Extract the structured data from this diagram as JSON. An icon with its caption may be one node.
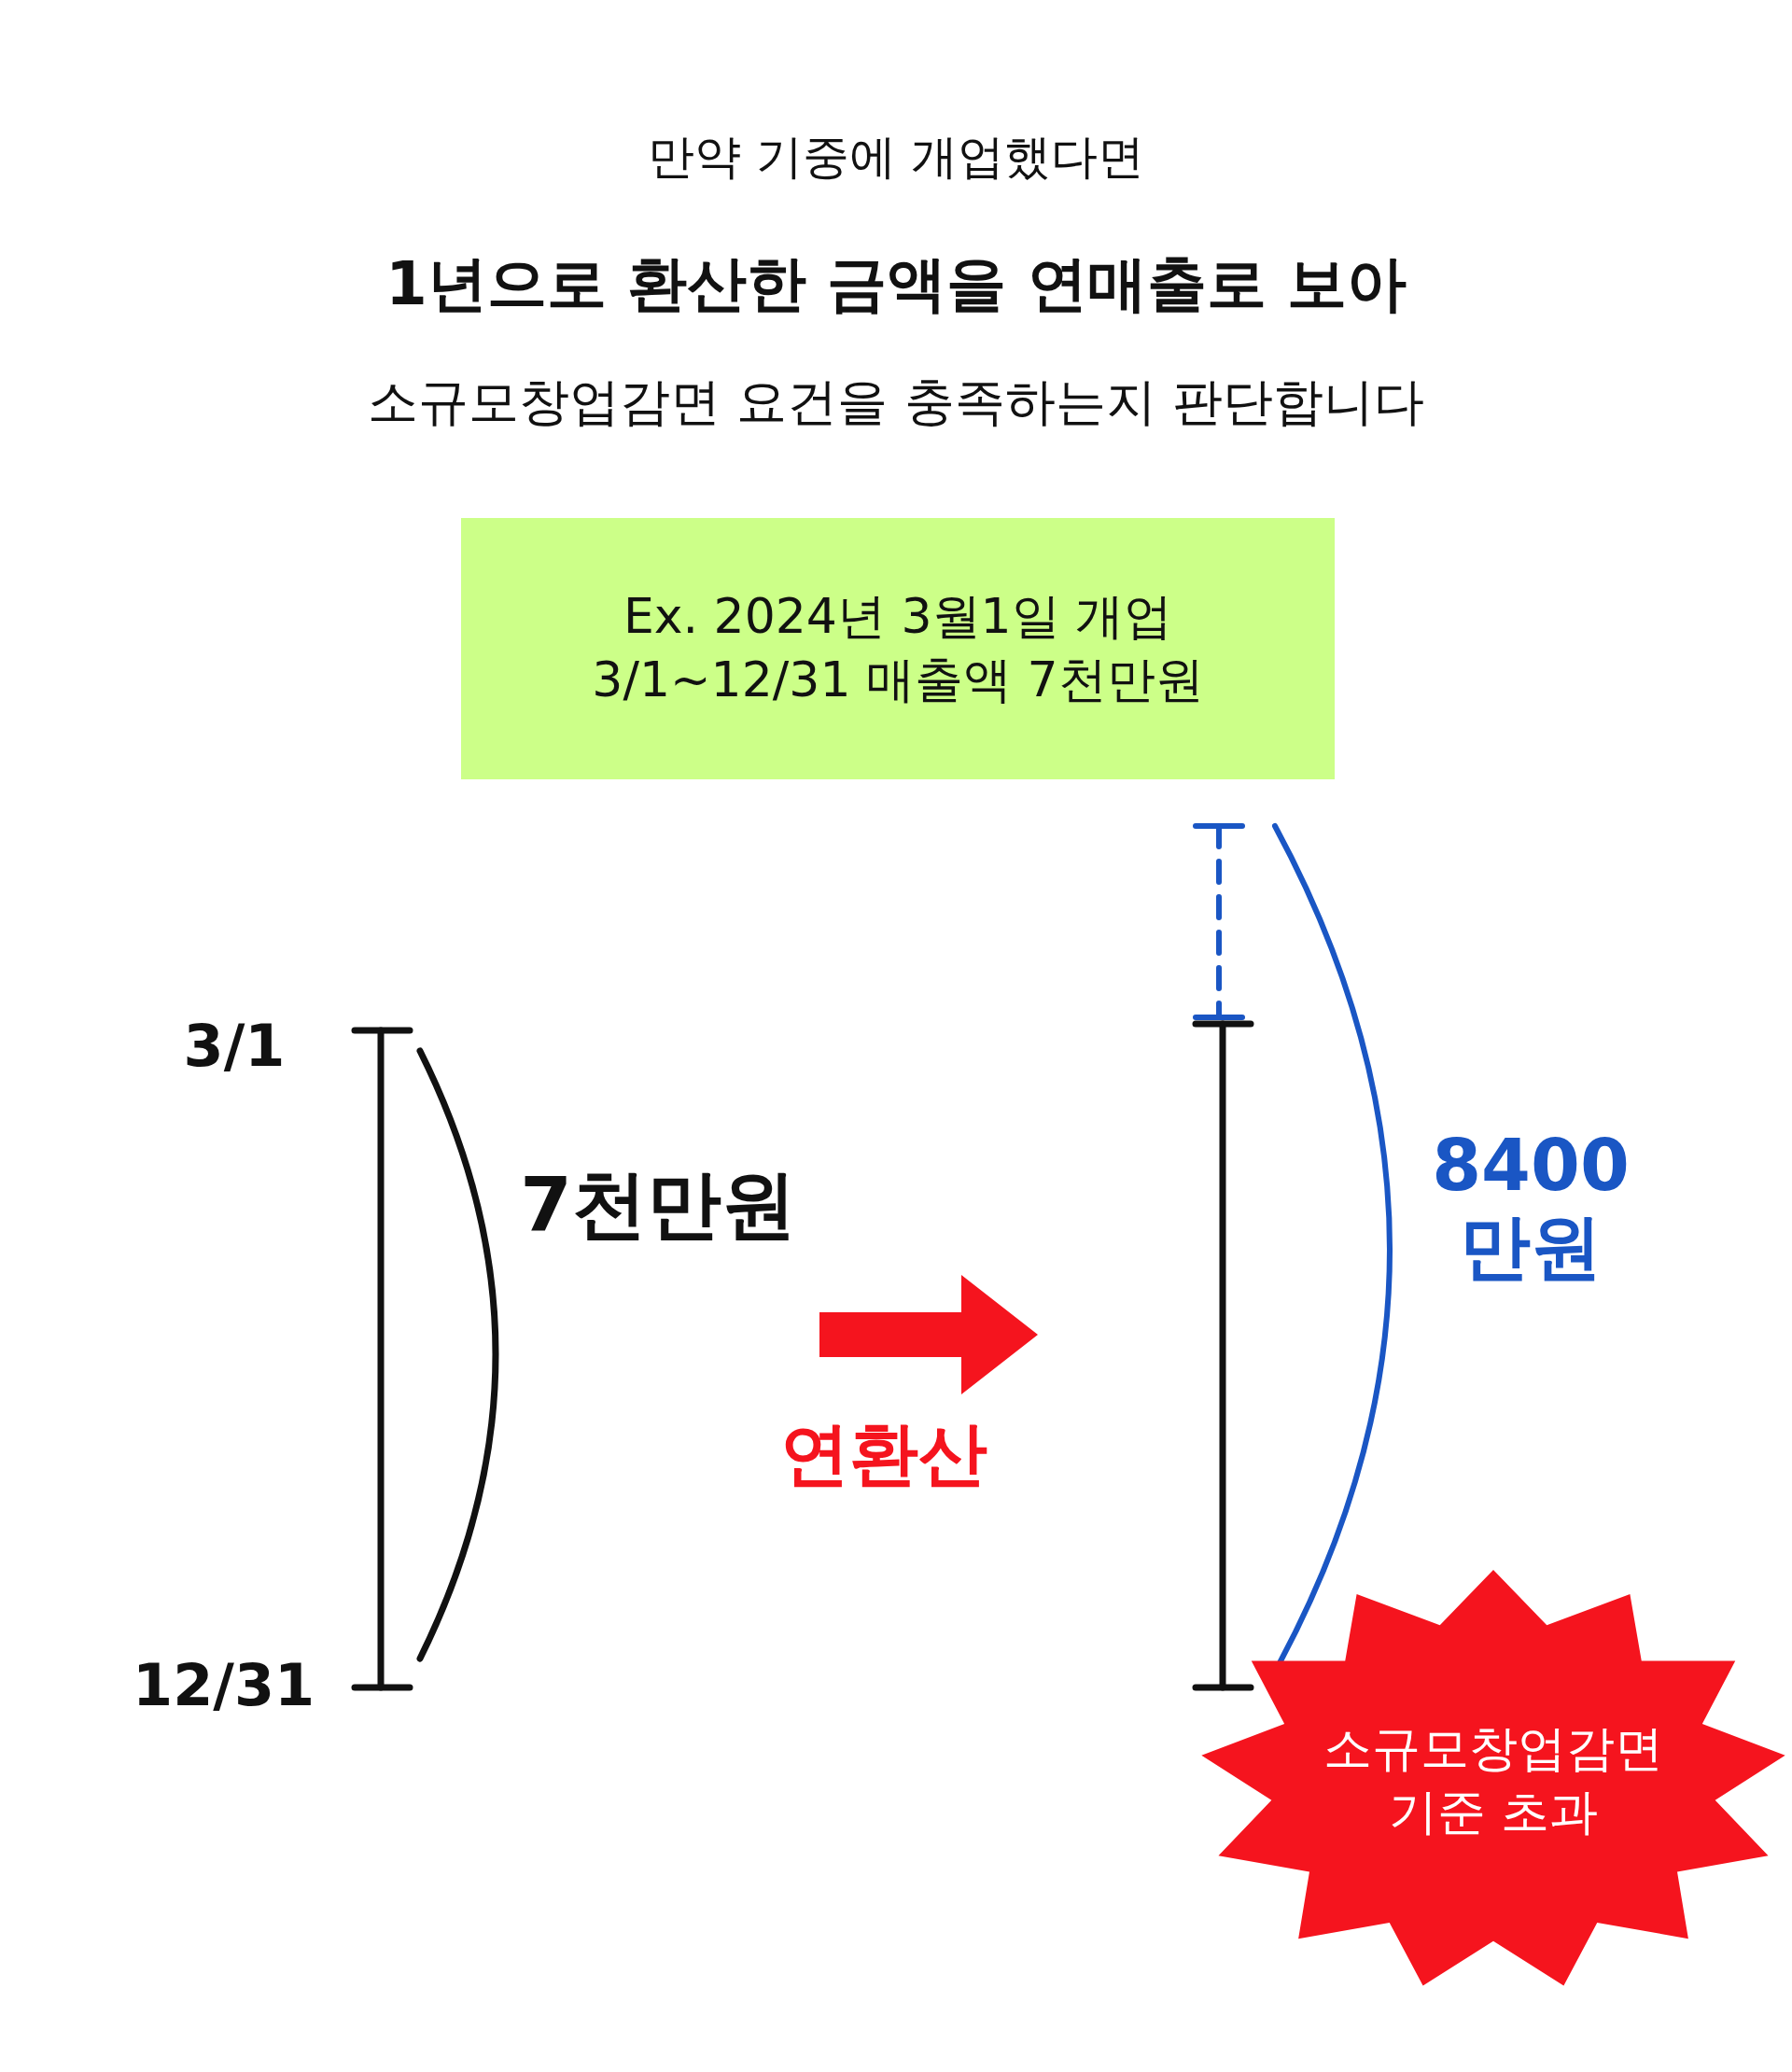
{
  "diagram": {
    "nodes": [
      {
        "text": [
          "Ex. 2024년 3월1일 개업",
          "3/1~12/31 매출액 7천만원"
        ]
      },
      {
        "text": [
          "소규모창업감면 기준 초과"
        ]
      }
    ],
    "labels": [
      "만약 기중에 개업했다면",
      "1년으로 환산한 금액을 연매출로 보아",
      "소규모창업감면 요건을 충족하는지 판단합니다",
      "3/1",
      "12/31",
      "7천만원",
      "연환산",
      "8400 만원"
    ]
  }
}
